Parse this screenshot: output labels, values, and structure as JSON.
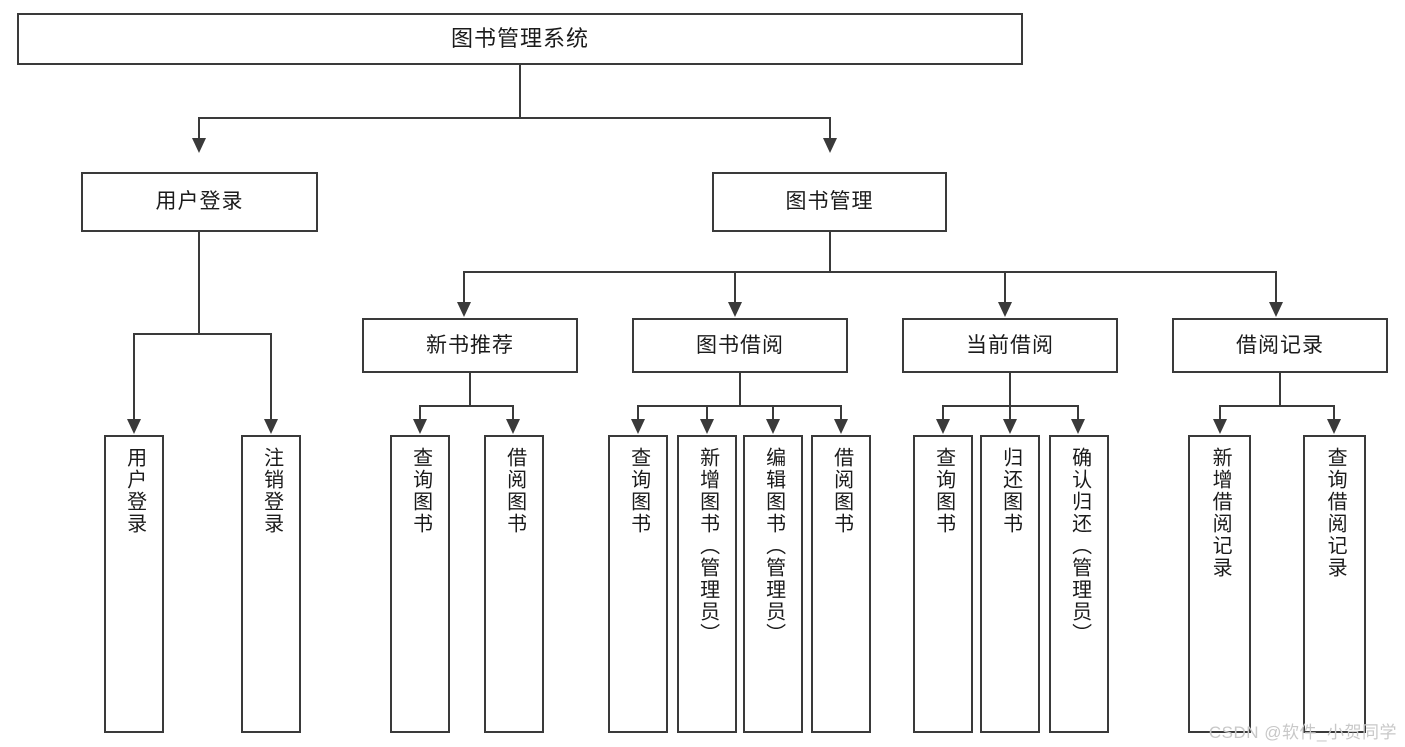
{
  "diagram": {
    "title": "图书管理系统",
    "type": "tree",
    "watermark": "CSDN @软件_小贺同学",
    "colors": {
      "box_border": "#3a3a3a",
      "box_fill": "#ffffff",
      "line": "#3a3a3a",
      "text": "#1b1b1b",
      "watermark": "#c8c8c8",
      "background": "#ffffff"
    },
    "root": {
      "label": "图书管理系统"
    },
    "level2": [
      {
        "label": "用户登录"
      },
      {
        "label": "图书管理"
      }
    ],
    "level3": [
      {
        "label": "新书推荐"
      },
      {
        "label": "图书借阅"
      },
      {
        "label": "当前借阅"
      },
      {
        "label": "借阅记录"
      }
    ],
    "leaves": {
      "user_login": [
        {
          "label": "用户登录"
        },
        {
          "label": "注销登录"
        }
      ],
      "new_book_recommend": [
        {
          "label": "查询图书"
        },
        {
          "label": "借阅图书"
        }
      ],
      "book_borrow": [
        {
          "label": "查询图书"
        },
        {
          "label": "新增图书（管理员）"
        },
        {
          "label": "编辑图书（管理员）"
        },
        {
          "label": "借阅图书"
        }
      ],
      "current_borrow": [
        {
          "label": "查询图书"
        },
        {
          "label": "归还图书"
        },
        {
          "label": "确认归还（管理员）"
        }
      ],
      "borrow_record": [
        {
          "label": "新增借阅记录"
        },
        {
          "label": "查询借阅记录"
        }
      ]
    }
  }
}
